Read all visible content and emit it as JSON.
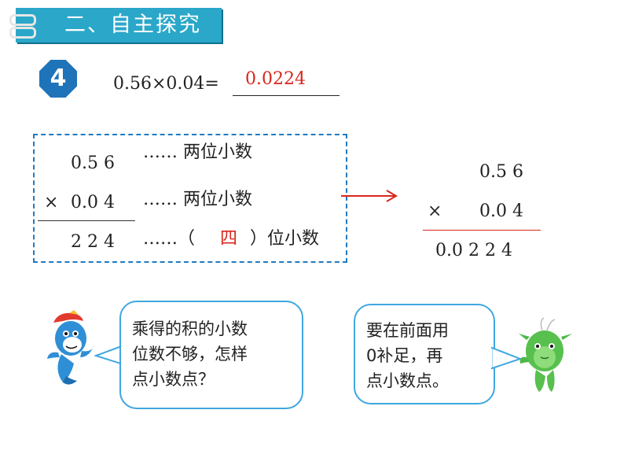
{
  "header": {
    "title": "二、自主探究"
  },
  "problem": {
    "number": "4",
    "equation": "0.56×0.04=",
    "answer": "0.0224"
  },
  "vertical_calc": {
    "row1_num": "0.5 6",
    "row1_note": "…… 两位小数",
    "row2_op": "×",
    "row2_num": "0.0 4",
    "row2_note": "…… 两位小数",
    "row3_num": "2 2 4",
    "row3_note_prefix": "……（",
    "row3_note_fill": "四",
    "row3_note_suffix": "）位小数"
  },
  "result_calc": {
    "row1": "0.5 6",
    "op": "×",
    "row2": "0.0 4",
    "row3": "0.0 2 2 4"
  },
  "bubbles": {
    "left": [
      "乘得的积的小数",
      "位数不够，怎样",
      "点小数点？"
    ],
    "right": [
      "要在前面用",
      "0补足，再",
      "点小数点。"
    ]
  },
  "colors": {
    "banner": "#2aa7c9",
    "badge": "#1e73b9",
    "answer_red": "#d9261c",
    "dashed_border": "#1f7ac2",
    "bubble_border": "#3fa7e0"
  }
}
